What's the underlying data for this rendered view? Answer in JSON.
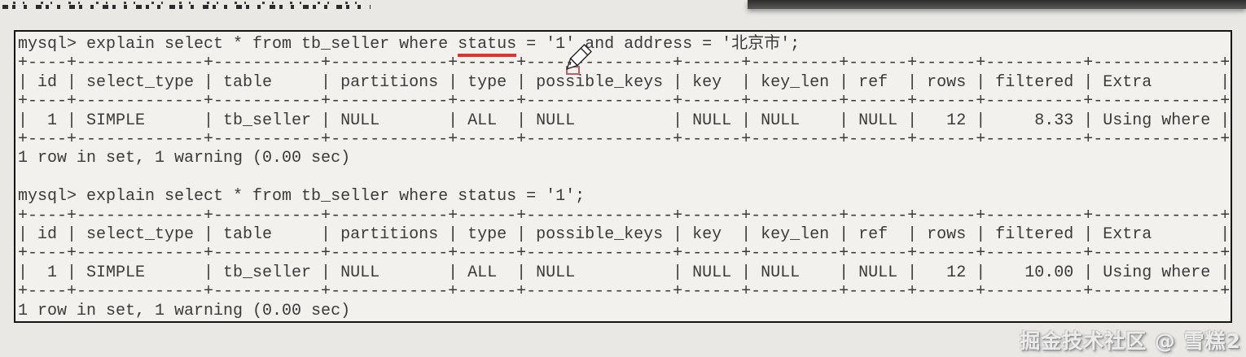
{
  "colors": {
    "page_bg": "#e9e8e5",
    "terminal_bg": "#f2f1ee",
    "terminal_border": "#161616",
    "text": "#3a3a3a",
    "underline": "#d5382e",
    "marker": "#c25a68"
  },
  "terminal": {
    "query1": {
      "before": "mysql> explain select * from tb_seller where ",
      "underlined": "status",
      "after": " = '1' and address = '北京市';"
    },
    "query2": "mysql> explain select * from tb_seller where status = '1';",
    "ascii": {
      "separator": "+----+-------------+-----------+------------+------+---------------+------+---------+------+------+----------+-------------+",
      "header": "| id | select_type | table     | partitions | type | possible_keys | key  | key_len | ref  | rows | filtered | Extra       |",
      "row1": "|  1 | SIMPLE      | tb_seller | NULL       | ALL  | NULL          | NULL | NULL    | NULL |   12 |     8.33 | Using where |",
      "row2": "|  1 | SIMPLE      | tb_seller | NULL       | ALL  | NULL          | NULL | NULL    | NULL |   12 |    10.00 | Using where |"
    },
    "result_line": "1 row in set, 1 warning (0.00 sec)",
    "explain_results": [
      {
        "columns": [
          "id",
          "select_type",
          "table",
          "partitions",
          "type",
          "possible_keys",
          "key",
          "key_len",
          "ref",
          "rows",
          "filtered",
          "Extra"
        ],
        "row": [
          "1",
          "SIMPLE",
          "tb_seller",
          "NULL",
          "ALL",
          "NULL",
          "NULL",
          "NULL",
          "NULL",
          "12",
          "8.33",
          "Using where"
        ]
      },
      {
        "columns": [
          "id",
          "select_type",
          "table",
          "partitions",
          "type",
          "possible_keys",
          "key",
          "key_len",
          "ref",
          "rows",
          "filtered",
          "Extra"
        ],
        "row": [
          "1",
          "SIMPLE",
          "tb_seller",
          "NULL",
          "ALL",
          "NULL",
          "NULL",
          "NULL",
          "NULL",
          "12",
          "10.00",
          "Using where"
        ]
      }
    ]
  },
  "watermark": "掘金技术社区 @ 雪糕2"
}
